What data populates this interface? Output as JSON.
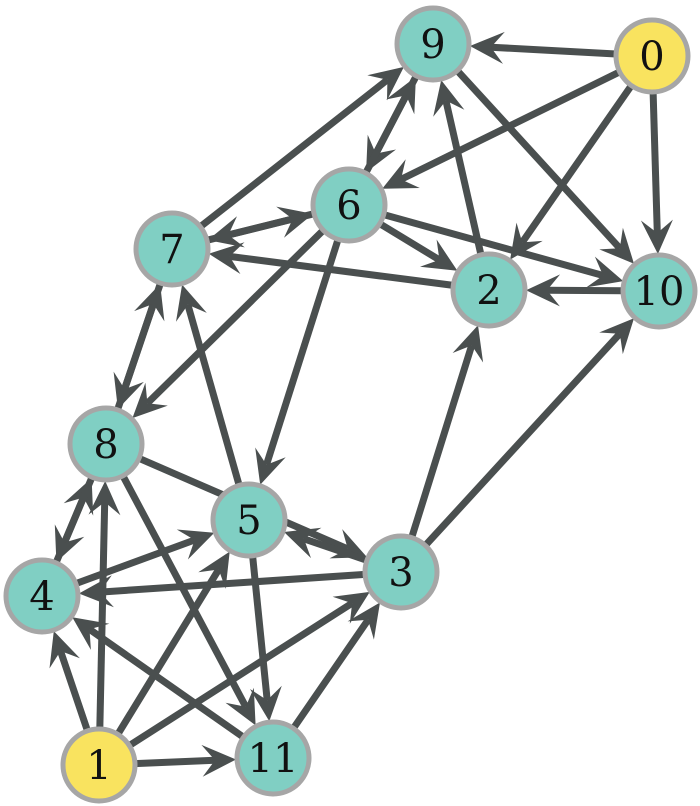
{
  "colors": {
    "edge": "#4a4f4f",
    "node_fill": "#80cfc3",
    "source_fill": "#f9e35f",
    "node_stroke": "#a6a6a6",
    "background": "#ffffff"
  },
  "graph": {
    "directed": true,
    "nodes": [
      {
        "id": "0",
        "label": "0",
        "kind": "source"
      },
      {
        "id": "1",
        "label": "1",
        "kind": "source"
      },
      {
        "id": "2",
        "label": "2",
        "kind": "normal"
      },
      {
        "id": "3",
        "label": "3",
        "kind": "normal"
      },
      {
        "id": "4",
        "label": "4",
        "kind": "normal"
      },
      {
        "id": "5",
        "label": "5",
        "kind": "normal"
      },
      {
        "id": "6",
        "label": "6",
        "kind": "normal"
      },
      {
        "id": "7",
        "label": "7",
        "kind": "normal"
      },
      {
        "id": "8",
        "label": "8",
        "kind": "normal"
      },
      {
        "id": "9",
        "label": "9",
        "kind": "normal"
      },
      {
        "id": "10",
        "label": "10",
        "kind": "normal"
      },
      {
        "id": "11",
        "label": "11",
        "kind": "normal"
      }
    ],
    "edges": [
      {
        "from": "0",
        "to": "9"
      },
      {
        "from": "0",
        "to": "6"
      },
      {
        "from": "0",
        "to": "2"
      },
      {
        "from": "0",
        "to": "10"
      },
      {
        "from": "9",
        "to": "6"
      },
      {
        "from": "6",
        "to": "9"
      },
      {
        "from": "9",
        "to": "10"
      },
      {
        "from": "2",
        "to": "9"
      },
      {
        "from": "7",
        "to": "9"
      },
      {
        "from": "7",
        "to": "6"
      },
      {
        "from": "6",
        "to": "7"
      },
      {
        "from": "6",
        "to": "2"
      },
      {
        "from": "6",
        "to": "10"
      },
      {
        "from": "6",
        "to": "8"
      },
      {
        "from": "6",
        "to": "5"
      },
      {
        "from": "2",
        "to": "7"
      },
      {
        "from": "10",
        "to": "2"
      },
      {
        "from": "7",
        "to": "8"
      },
      {
        "from": "8",
        "to": "7"
      },
      {
        "from": "5",
        "to": "7"
      },
      {
        "from": "3",
        "to": "2"
      },
      {
        "from": "3",
        "to": "10"
      },
      {
        "from": "8",
        "to": "3"
      },
      {
        "from": "3",
        "to": "5"
      },
      {
        "from": "8",
        "to": "11"
      },
      {
        "from": "4",
        "to": "8"
      },
      {
        "from": "8",
        "to": "4"
      },
      {
        "from": "1",
        "to": "8"
      },
      {
        "from": "4",
        "to": "5"
      },
      {
        "from": "3",
        "to": "4"
      },
      {
        "from": "1",
        "to": "4"
      },
      {
        "from": "1",
        "to": "5"
      },
      {
        "from": "1",
        "to": "3"
      },
      {
        "from": "1",
        "to": "11"
      },
      {
        "from": "5",
        "to": "11"
      },
      {
        "from": "11",
        "to": "3"
      },
      {
        "from": "11",
        "to": "4"
      }
    ]
  }
}
